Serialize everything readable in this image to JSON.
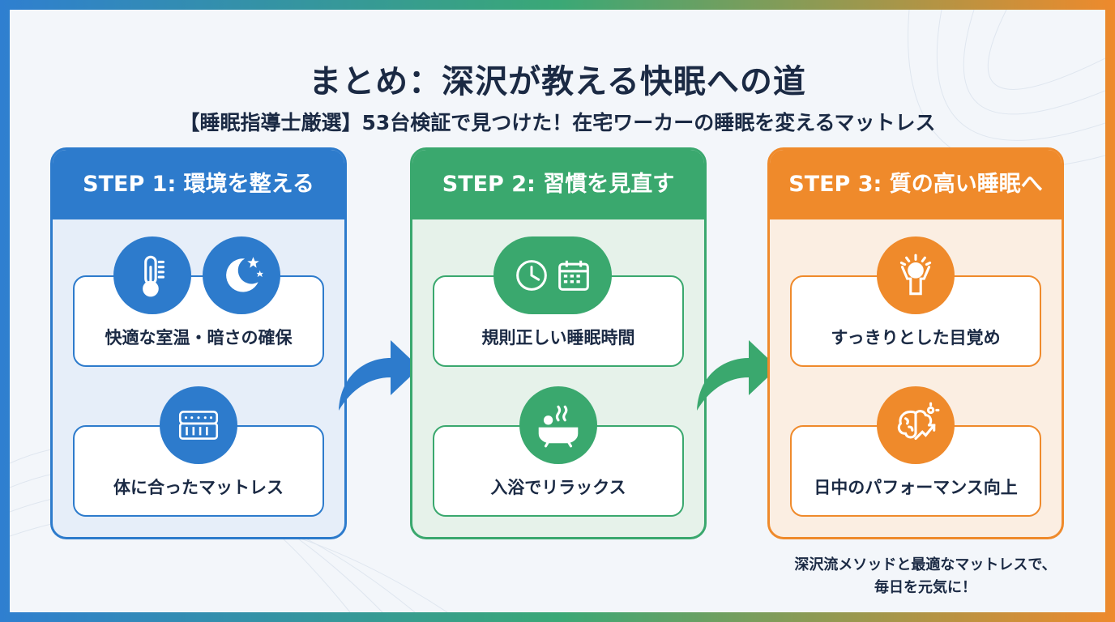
{
  "title": "まとめ：深沢が教える快眠への道",
  "subtitle": "【睡眠指導士厳選】53台検証で見つけた！在宅ワーカーの睡眠を変えるマットレス",
  "steps": [
    {
      "heading": "STEP 1: 環境を整える",
      "color": "#2d7bcc",
      "items": [
        {
          "label": "快適な室温・暗さの確保",
          "icons": [
            "thermometer-icon",
            "moon-stars-icon"
          ]
        },
        {
          "label": "体に合ったマットレス",
          "icons": [
            "mattress-icon"
          ]
        }
      ]
    },
    {
      "heading": "STEP 2: 習慣を見直す",
      "color": "#3aa86e",
      "items": [
        {
          "label": "規則正しい睡眠時間",
          "icons": [
            "clock-icon",
            "calendar-icon"
          ]
        },
        {
          "label": "入浴でリラックス",
          "icons": [
            "bathtub-icon"
          ]
        }
      ]
    },
    {
      "heading": "STEP 3: 質の高い睡眠へ",
      "color": "#ef8a2b",
      "items": [
        {
          "label": "すっきりとした目覚め",
          "icons": [
            "wake-up-person-icon"
          ]
        },
        {
          "label": "日中のパフォーマンス向上",
          "icons": [
            "brain-growth-icon"
          ]
        }
      ]
    }
  ],
  "footer": {
    "line1": "深沢流メソッドと最適なマットレスで、",
    "line2": "毎日を元気に！"
  }
}
